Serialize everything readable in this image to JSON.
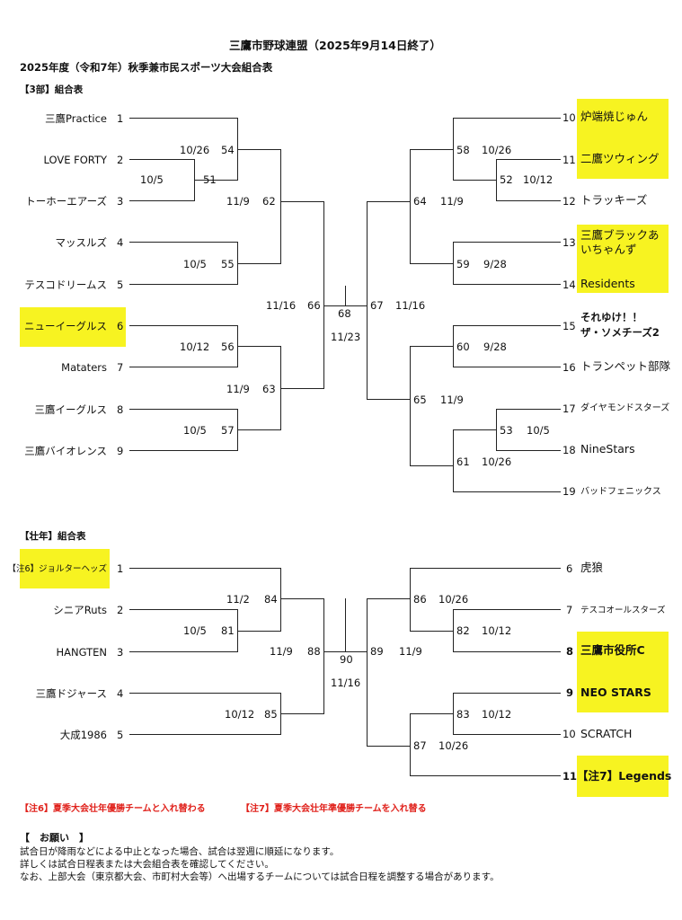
{
  "header": {
    "title": "三鷹市野球連盟（2025年9月14日終了）",
    "subtitle": "2025年度（令和7年）秋季兼市民スポーツ大会組合表"
  },
  "div3": {
    "section": "【3部】組合表",
    "left_teams": [
      {
        "name": "三鷹Practice",
        "num": "1"
      },
      {
        "name": "LOVE FORTY",
        "num": "2"
      },
      {
        "name": "トーホーエアーズ",
        "num": "3"
      },
      {
        "name": "マッスルズ",
        "num": "4"
      },
      {
        "name": "テスコドリームス",
        "num": "5"
      },
      {
        "name": "ニューイーグルス",
        "num": "6"
      },
      {
        "name": "Mataters",
        "num": "7"
      },
      {
        "name": "三鷹イーグルス",
        "num": "8"
      },
      {
        "name": "三鷹バイオレンス",
        "num": "9"
      }
    ],
    "right_teams": [
      {
        "num": "10",
        "name": "炉端焼じゅん"
      },
      {
        "num": "11",
        "name": "二鷹ツウィング"
      },
      {
        "num": "12",
        "name": "トラッキーズ"
      },
      {
        "num": "13",
        "name1": "三鷹ブラックあ",
        "name2": "いちゃんず"
      },
      {
        "num": "14",
        "name": "Residents"
      },
      {
        "num": "15",
        "name1": "それゆけ！！",
        "name2": "ザ・ソメチーズ2"
      },
      {
        "num": "16",
        "name": "トランペット部隊"
      },
      {
        "num": "17",
        "name": "ダイヤモンドスターズ"
      },
      {
        "num": "18",
        "name": "NineStars"
      },
      {
        "num": "19",
        "name": "バッドフェニックス"
      }
    ],
    "games": {
      "g51": "51",
      "d51": "10/5",
      "g54": "54",
      "d54": "10/26",
      "g55": "55",
      "d55": "10/5",
      "g56": "56",
      "d56": "10/12",
      "g57": "57",
      "d57": "10/5",
      "g62": "62",
      "d62": "11/9",
      "g63": "63",
      "d63": "11/9",
      "g66": "66",
      "d66": "11/16",
      "g68": "68",
      "d68": "11/23",
      "g67": "67",
      "d67": "11/16",
      "g64": "64",
      "d64": "11/9",
      "g65": "65",
      "d65": "11/9",
      "g58": "58",
      "d58": "10/26",
      "g52": "52",
      "d52": "10/12",
      "g59": "59",
      "d59": "9/28",
      "g60": "60",
      "d60": "9/28",
      "g53": "53",
      "d53": "10/5",
      "g61": "61",
      "d61": "10/26"
    }
  },
  "senior": {
    "section": "【壮年】組合表",
    "left_teams": [
      {
        "name": "【注6】ジョルターヘッズ",
        "num": "1"
      },
      {
        "name": "シニアRuts",
        "num": "2"
      },
      {
        "name": "HANGTEN",
        "num": "3"
      },
      {
        "name": "三鷹ドジャース",
        "num": "4"
      },
      {
        "name": "大成1986",
        "num": "5"
      }
    ],
    "right_teams": [
      {
        "num": "6",
        "name": "虎狼"
      },
      {
        "num": "7",
        "name": "テスコオールスターズ"
      },
      {
        "num": "8",
        "name": "三鷹市役所C"
      },
      {
        "num": "9",
        "name": "NEO STARS"
      },
      {
        "num": "10",
        "name": "SCRATCH"
      },
      {
        "num": "11",
        "name": "【注7】Legends"
      }
    ],
    "games": {
      "g81": "81",
      "d81": "10/5",
      "g84": "84",
      "d84": "11/2",
      "g85": "85",
      "d85": "10/12",
      "g88": "88",
      "d88": "11/9",
      "g90": "90",
      "d90": "11/16",
      "g89": "89",
      "d89": "11/9",
      "g86": "86",
      "d86": "10/26",
      "g82": "82",
      "d82": "10/12",
      "g83": "83",
      "d83": "10/12",
      "g87": "87",
      "d87": "10/26"
    }
  },
  "notes": {
    "note6": "【注6】夏季大会壮年優勝チームと入れ替わる",
    "note7": "【注7】夏季大会壮年準優勝チームを入れ替る",
    "request_title": "【　お願い　】",
    "line1": "試合日が降雨などによる中止となった場合、試合は翌週に順延になります。",
    "line2": "詳しくは試合日程表または大会組合表を確認してください。",
    "line3": "なお、上部大会（東京都大会、市町村大会等）へ出場するチームについては試合日程を調整する場合があります。"
  },
  "colors": {
    "highlight": "#f7f321",
    "note_red": "#e0201a",
    "line": "#222222"
  }
}
